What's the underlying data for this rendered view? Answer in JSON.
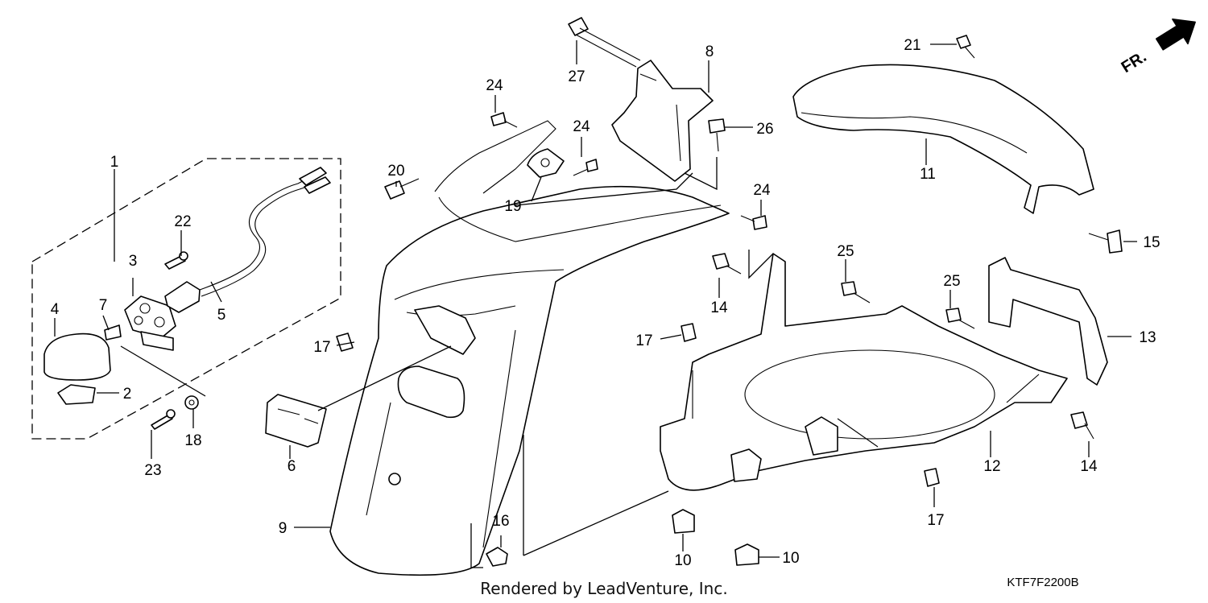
{
  "callouts": [
    {
      "id": "p1",
      "label": "1"
    },
    {
      "id": "p2",
      "label": "2"
    },
    {
      "id": "p3",
      "label": "3"
    },
    {
      "id": "p4",
      "label": "4"
    },
    {
      "id": "p5",
      "label": "5"
    },
    {
      "id": "p6",
      "label": "6"
    },
    {
      "id": "p7",
      "label": "7"
    },
    {
      "id": "p8",
      "label": "8"
    },
    {
      "id": "p9",
      "label": "9"
    },
    {
      "id": "p10a",
      "label": "10"
    },
    {
      "id": "p10b",
      "label": "10"
    },
    {
      "id": "p11",
      "label": "11"
    },
    {
      "id": "p12",
      "label": "12"
    },
    {
      "id": "p13",
      "label": "13"
    },
    {
      "id": "p14a",
      "label": "14"
    },
    {
      "id": "p14b",
      "label": "14"
    },
    {
      "id": "p15",
      "label": "15"
    },
    {
      "id": "p16",
      "label": "16"
    },
    {
      "id": "p17a",
      "label": "17"
    },
    {
      "id": "p17b",
      "label": "17"
    },
    {
      "id": "p17c",
      "label": "17"
    },
    {
      "id": "p18",
      "label": "18"
    },
    {
      "id": "p19",
      "label": "19"
    },
    {
      "id": "p20",
      "label": "20"
    },
    {
      "id": "p21",
      "label": "21"
    },
    {
      "id": "p22",
      "label": "22"
    },
    {
      "id": "p23",
      "label": "23"
    },
    {
      "id": "p24a",
      "label": "24"
    },
    {
      "id": "p24b",
      "label": "24"
    },
    {
      "id": "p24c",
      "label": "24"
    },
    {
      "id": "p25a",
      "label": "25"
    },
    {
      "id": "p25b",
      "label": "25"
    },
    {
      "id": "p26",
      "label": "26"
    },
    {
      "id": "p27",
      "label": "27"
    }
  ],
  "direction_label": "FR.",
  "footer": {
    "credit": "Rendered by LeadVenture, Inc.",
    "diagram_code": "KTF7F2200B"
  }
}
